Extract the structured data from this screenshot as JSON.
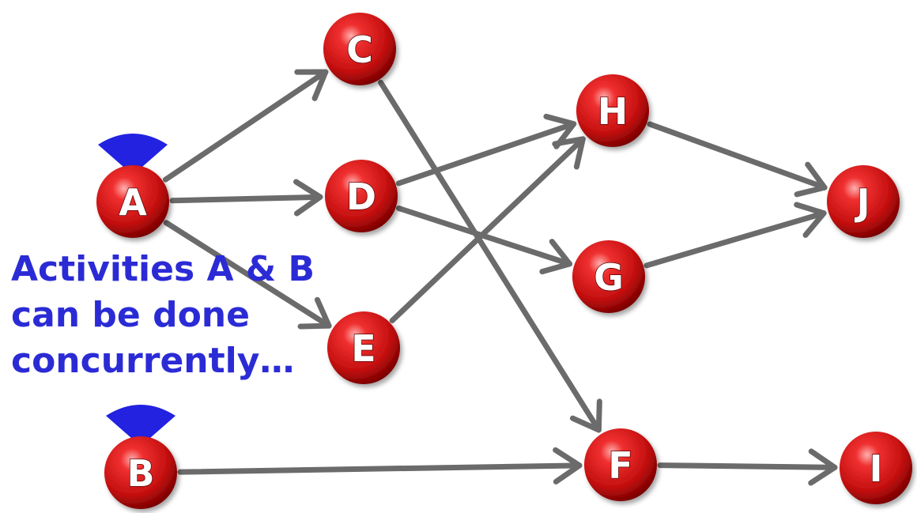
{
  "nodes": [
    {
      "id": "A",
      "label": "A",
      "start_marker": true
    },
    {
      "id": "B",
      "label": "B",
      "start_marker": true
    },
    {
      "id": "C",
      "label": "C"
    },
    {
      "id": "D",
      "label": "D"
    },
    {
      "id": "E",
      "label": "E"
    },
    {
      "id": "F",
      "label": "F"
    },
    {
      "id": "G",
      "label": "G"
    },
    {
      "id": "H",
      "label": "H"
    },
    {
      "id": "I",
      "label": "I"
    },
    {
      "id": "J",
      "label": "J"
    }
  ],
  "edges": [
    {
      "from": "A",
      "to": "C"
    },
    {
      "from": "A",
      "to": "D"
    },
    {
      "from": "A",
      "to": "E"
    },
    {
      "from": "C",
      "to": "F"
    },
    {
      "from": "D",
      "to": "H"
    },
    {
      "from": "D",
      "to": "G"
    },
    {
      "from": "E",
      "to": "H"
    },
    {
      "from": "B",
      "to": "F"
    },
    {
      "from": "H",
      "to": "J"
    },
    {
      "from": "G",
      "to": "J"
    },
    {
      "from": "F",
      "to": "I"
    }
  ],
  "annotation": {
    "lines": [
      "Activities A & B",
      "can be done",
      "concurrently…"
    ]
  },
  "colors": {
    "node_fill": "#d11a1a",
    "node_highlight": "#ff8a8a",
    "node_shadow": "#7a0000",
    "arrow": "#6b6b6b",
    "marker": "#2222e0",
    "annotation_text": "#2b2bd6"
  }
}
